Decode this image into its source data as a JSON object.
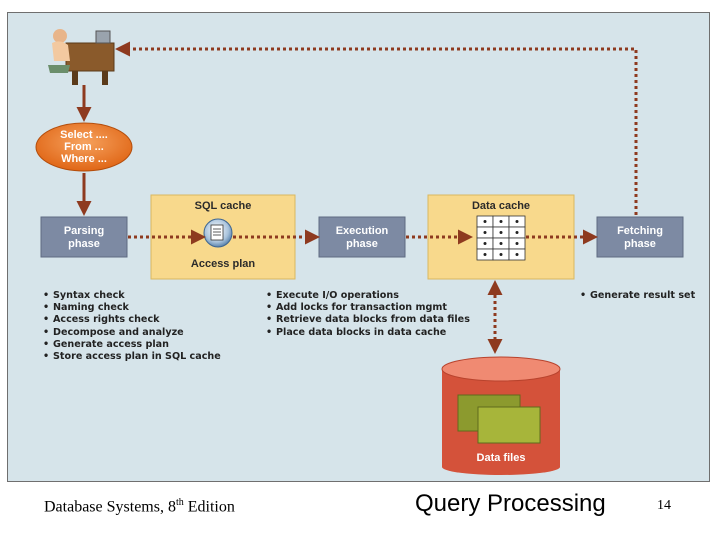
{
  "diagram": {
    "query_bubble": {
      "line1": "Select ....",
      "line2": "From ...",
      "line3": "Where ..."
    },
    "parsing_phase": {
      "line1": "Parsing",
      "line2": "phase"
    },
    "sql_cache": {
      "title": "SQL cache",
      "caption": "Access plan"
    },
    "execution_phase": {
      "line1": "Execution",
      "line2": "phase"
    },
    "data_cache": {
      "title": "Data cache"
    },
    "fetching_phase": {
      "line1": "Fetching",
      "line2": "phase"
    },
    "data_files": {
      "label": "Data files"
    },
    "parsing_steps": [
      "Syntax check",
      "Naming check",
      "Access rights check",
      "Decompose and analyze",
      "Generate access plan",
      "Store access plan in SQL cache"
    ],
    "execution_steps": [
      "Execute I/O operations",
      "Add locks for transaction mgmt",
      "Retrieve data blocks from data files",
      "Place data blocks in data cache"
    ],
    "fetching_steps": [
      "Generate result set"
    ]
  },
  "footer": {
    "book_title": "Database Systems, 8",
    "edition_sup": "th",
    "edition_suffix": " Edition",
    "slide_title": "Query Processing",
    "page_number": "14"
  },
  "colors": {
    "background": "#d6e4ea",
    "phase_box": "#7d8aa3",
    "cache_box": "#f8d98c",
    "arrow": "#8e3a1f",
    "query_bubble": "#ee7a2c",
    "data_files": "#d4523a"
  }
}
